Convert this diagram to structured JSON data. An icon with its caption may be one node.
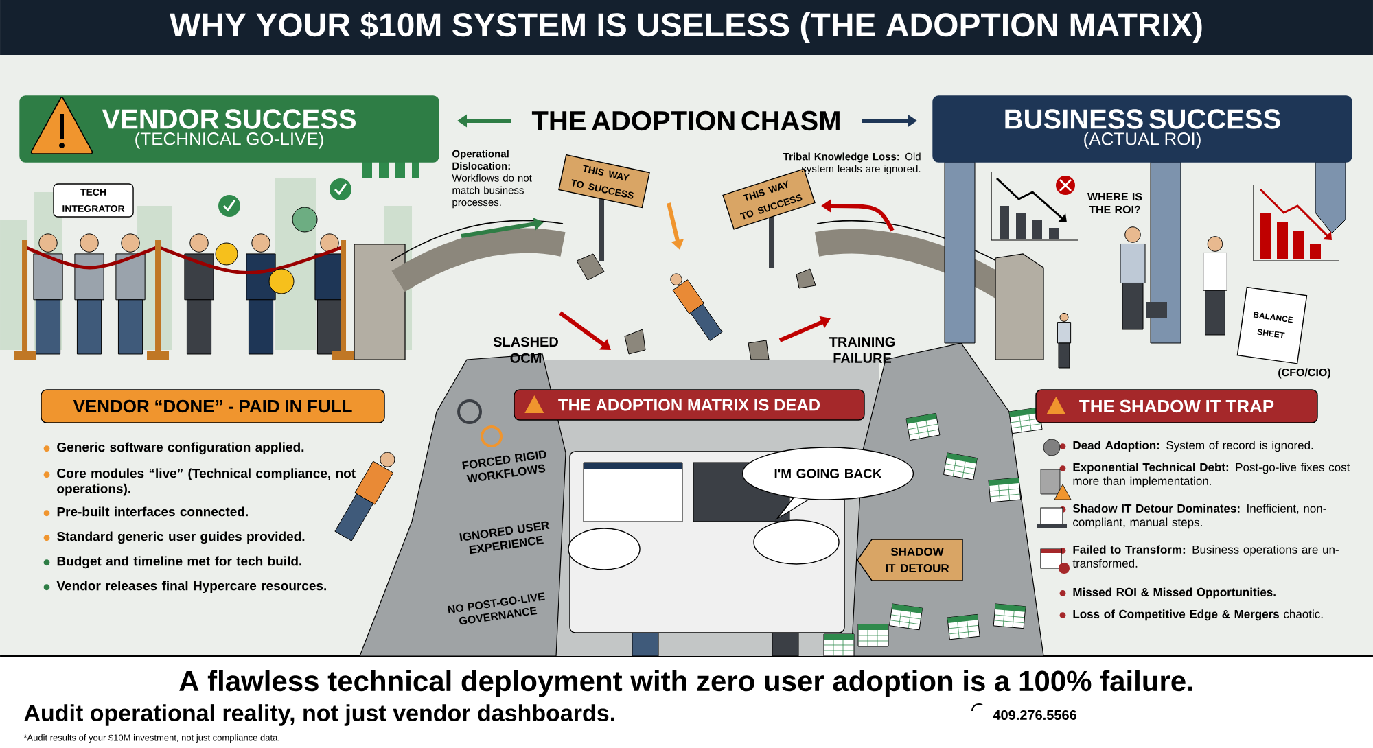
{
  "diagram": {
    "title": "WHY YOUR $10M SYSTEM IS USELESS (THE ADOPTION MATRIX)",
    "nodes": [
      {
        "text": [
          "VENDOR SUCCESS",
          "(TECHNICAL GO-LIVE)"
        ]
      },
      {
        "text": [
          "THE ADOPTION CHASM"
        ]
      },
      {
        "text": [
          "BUSINESS SUCCESS",
          "(ACTUAL ROI)"
        ]
      },
      {
        "text": [
          "TECH INTEGRATOR"
        ]
      },
      {
        "text": [
          "THIS WAY TO SUCCESS"
        ]
      },
      {
        "text": [
          "THIS WAY TO SUCCESS"
        ]
      },
      {
        "text": [
          "BALANCE SHEET"
        ]
      },
      {
        "text": [
          "VENDOR “DONE” - PAID IN FULL"
        ]
      },
      {
        "text": [
          "THE ADOPTION MATRIX IS DEAD"
        ]
      },
      {
        "text": [],
        "shape": "box"
      },
      {
        "text": [],
        "shape": "ellipse",
        "in": 9
      },
      {
        "text": [],
        "shape": "ellipse",
        "in": 9
      },
      {
        "text": [
          "I'M GOING BACK"
        ]
      },
      {
        "text": [
          "SHADOW IT DETOUR"
        ]
      },
      {
        "text": [
          "THE SHADOW IT TRAP"
        ]
      }
    ],
    "labels": [
      "**Operational Dislocation:** Workflows do not match business processes.",
      "**Tribal Knowledge Loss:** Old system leads are ignored.",
      "WHERE IS THE ROI?",
      "SLASHED OCM",
      "TRAINING FAILURE",
      "(CFO/CIO)",
      "Generic software configuration applied.",
      "Core modules “live” (Technical compliance, not operations).",
      "Pre-built interfaces connected.",
      "Standard generic user guides provided.",
      "Budget and timeline met for tech build.",
      "Vendor releases final Hypercare resources.",
      "FORCED RIGID WORKFLOWS",
      "IGNORED USER EXPERIENCE",
      "NO POST-GO-LIVE GOVERNANCE",
      "**Dead Adoption:** System of record is ignored.",
      "**Exponential Technical Debt:** Post-go-live fixes cost more than implementation.",
      "**Shadow IT Detour Dominates:** Inefficient, non-compliant, manual steps.",
      "**Failed to Transform:** Business operations are un-transformed.",
      "**Missed ROI & Missed Opportunities.**",
      "**Loss of Competitive Edge & Mergers** chaotic.",
      "A flawless technical deployment with zero user adoption is a 100% failure.",
      "Audit operational reality, not just vendor dashboards.",
      "*Audit results of your $10M investment, not just compliance data.",
      "409.276.5566"
    ]
  }
}
